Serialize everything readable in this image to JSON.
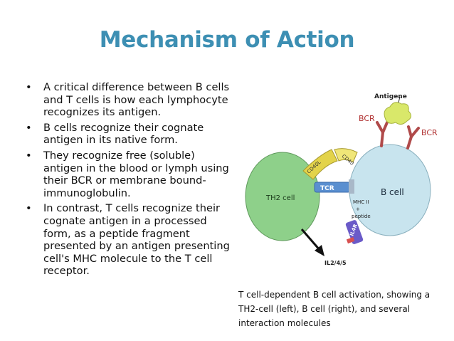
{
  "slide": {
    "title": "Mechanism of Action",
    "bullets": [
      "A critical difference between B cells and T cells is how each lymphocyte recognizes its antigen.",
      "B cells recognize their cognate antigen in its native form.",
      "They recognize free (soluble) antigen in the blood or lymph using their BCR or membrane bound-immunoglobulin.",
      "In contrast, T cells recognize their cognate antigen in a processed form, as a peptide fragment presented by an antigen presenting cell's MHC molecule to the T cell receptor."
    ],
    "bullet_symbol": "•",
    "caption": "T cell-dependent B cell activation, showing a TH2-cell (left), B cell (right), and several interaction molecules"
  },
  "diagram": {
    "labels": {
      "antigen": "Antigene",
      "bcr_left": "BCR",
      "bcr_right": "BCR",
      "th2_cell": "TH2 cell",
      "b_cell": "B cell",
      "tcr": "TCR",
      "cd40l": "CD40L",
      "cd40": "CD40",
      "mhc": "MHC II",
      "plus": "+",
      "peptide": "peptide",
      "il4r": "IL4R",
      "il": "IL2/4/5"
    },
    "colors": {
      "title": "#3d8fb3",
      "th2_cell": "#8ed08a",
      "b_cell": "#c8e4ee",
      "antigen": "#d9e86a",
      "bcr": "#b04a4a",
      "cd40l": "#e3d34a",
      "cd40": "#f0e678",
      "tcr": "#5a8fd0",
      "il4r": "#6a5ac8",
      "il4r_bar": "#d85050"
    }
  }
}
